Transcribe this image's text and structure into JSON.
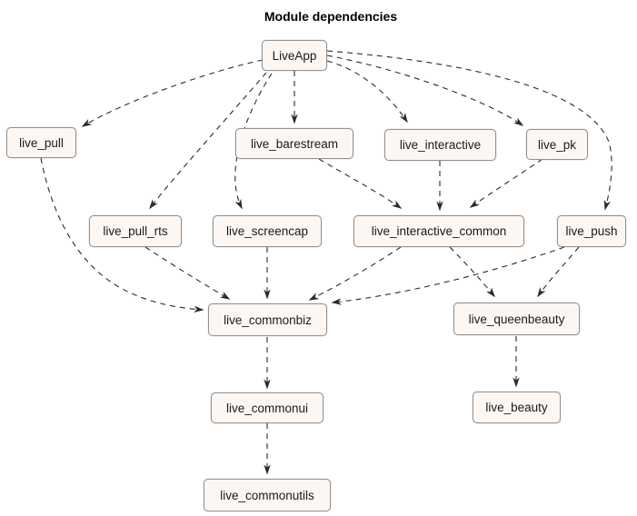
{
  "diagram": {
    "title": "Module dependencies",
    "nodes": [
      {
        "id": "LiveApp",
        "label": "LiveApp"
      },
      {
        "id": "live_pull",
        "label": "live_pull"
      },
      {
        "id": "live_barestream",
        "label": "live_barestream"
      },
      {
        "id": "live_interactive",
        "label": "live_interactive"
      },
      {
        "id": "live_pk",
        "label": "live_pk"
      },
      {
        "id": "live_pull_rts",
        "label": "live_pull_rts"
      },
      {
        "id": "live_screencap",
        "label": "live_screencap"
      },
      {
        "id": "live_interactive_common",
        "label": "live_interactive_common"
      },
      {
        "id": "live_push",
        "label": "live_push"
      },
      {
        "id": "live_commonbiz",
        "label": "live_commonbiz"
      },
      {
        "id": "live_queenbeauty",
        "label": "live_queenbeauty"
      },
      {
        "id": "live_commonui",
        "label": "live_commonui"
      },
      {
        "id": "live_beauty",
        "label": "live_beauty"
      },
      {
        "id": "live_commonutils",
        "label": "live_commonutils"
      }
    ],
    "edges": [
      {
        "from": "LiveApp",
        "to": "live_pull"
      },
      {
        "from": "LiveApp",
        "to": "live_barestream"
      },
      {
        "from": "LiveApp",
        "to": "live_interactive"
      },
      {
        "from": "LiveApp",
        "to": "live_pk"
      },
      {
        "from": "LiveApp",
        "to": "live_pull_rts"
      },
      {
        "from": "LiveApp",
        "to": "live_screencap"
      },
      {
        "from": "LiveApp",
        "to": "live_push"
      },
      {
        "from": "live_barestream",
        "to": "live_interactive_common"
      },
      {
        "from": "live_interactive",
        "to": "live_interactive_common"
      },
      {
        "from": "live_pk",
        "to": "live_interactive_common"
      },
      {
        "from": "live_pull",
        "to": "live_commonbiz"
      },
      {
        "from": "live_pull_rts",
        "to": "live_commonbiz"
      },
      {
        "from": "live_screencap",
        "to": "live_commonbiz"
      },
      {
        "from": "live_interactive_common",
        "to": "live_commonbiz"
      },
      {
        "from": "live_push",
        "to": "live_commonbiz"
      },
      {
        "from": "live_interactive_common",
        "to": "live_queenbeauty"
      },
      {
        "from": "live_push",
        "to": "live_queenbeauty"
      },
      {
        "from": "live_commonbiz",
        "to": "live_commonui"
      },
      {
        "from": "live_queenbeauty",
        "to": "live_beauty"
      },
      {
        "from": "live_commonui",
        "to": "live_commonutils"
      }
    ]
  },
  "colors": {
    "node_fill": "#fdf7f4",
    "node_border": "#97908a",
    "edge_color": "#2b2b2b",
    "text_color": "#1a1a1a",
    "bg": "#ffffff"
  }
}
